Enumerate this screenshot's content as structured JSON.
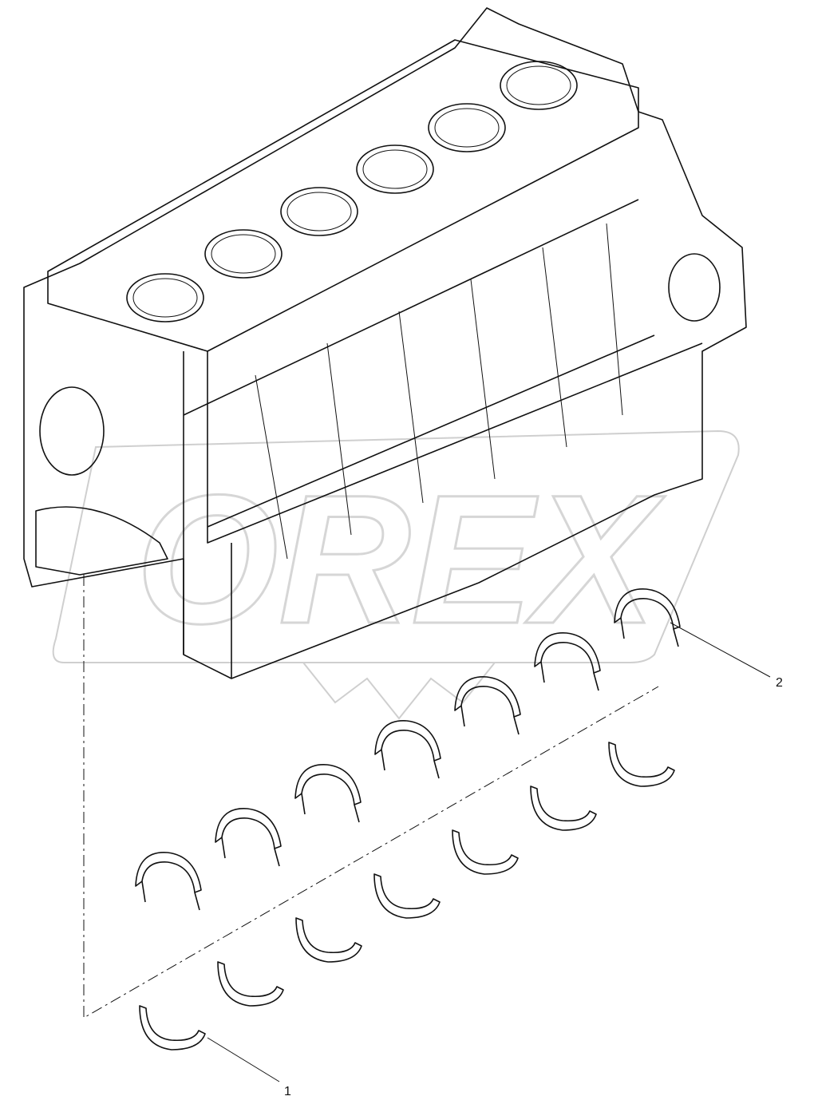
{
  "diagram": {
    "callouts": [
      {
        "label": "1",
        "part": "lower-main-bearing-shells"
      },
      {
        "label": "2",
        "part": "upper-main-bearing-shells"
      }
    ],
    "watermark_text": "OREX",
    "upper_shell_count": 7,
    "lower_shell_count": 7,
    "cylinder_count": 6,
    "line_color": "#111111",
    "watermark_color": "#cfcfcf"
  }
}
